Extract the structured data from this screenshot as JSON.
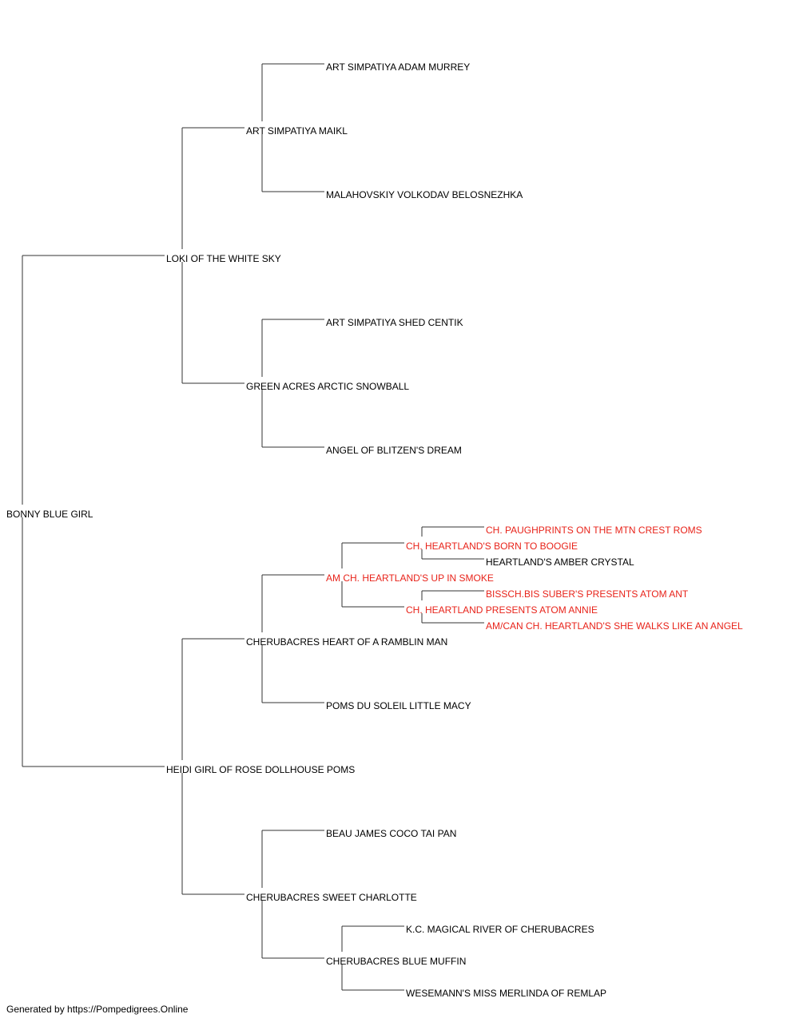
{
  "colors": {
    "normal": "#000000",
    "champion": "#e8231a",
    "line": "#333333"
  },
  "pedigree": {
    "name": "BONNY BLUE GIRL",
    "highlight": false,
    "children": [
      {
        "name": "LOKI OF THE WHITE SKY",
        "highlight": false,
        "children": [
          {
            "name": "ART SIMPATIYA MAIKL",
            "highlight": false,
            "children": [
              {
                "name": "ART SIMPATIYA ADAM MURREY",
                "highlight": false,
                "children": []
              },
              {
                "name": "MALAHOVSKIY VOLKODAV BELOSNEZHKA",
                "highlight": false,
                "children": []
              }
            ]
          },
          {
            "name": "GREEN ACRES ARCTIC SNOWBALL",
            "highlight": false,
            "children": [
              {
                "name": "ART SIMPATIYA SHED CENTIK",
                "highlight": false,
                "children": []
              },
              {
                "name": "ANGEL OF BLITZEN'S DREAM",
                "highlight": false,
                "children": []
              }
            ]
          }
        ]
      },
      {
        "name": "HEIDI GIRL OF ROSE DOLLHOUSE POMS",
        "highlight": false,
        "children": [
          {
            "name": "CHERUBACRES HEART OF A RAMBLIN MAN",
            "highlight": false,
            "children": [
              {
                "name": "AM CH. HEARTLAND'S UP IN SMOKE",
                "highlight": true,
                "children": [
                  {
                    "name": "CH. HEARTLAND'S BORN TO BOOGIE",
                    "highlight": true,
                    "children": [
                      {
                        "name": "CH. PAUGHPRINTS ON THE MTN CREST ROMS",
                        "highlight": true,
                        "children": []
                      },
                      {
                        "name": "HEARTLAND'S AMBER CRYSTAL",
                        "highlight": false,
                        "children": []
                      }
                    ]
                  },
                  {
                    "name": "CH. HEARTLAND PRESENTS ATOM ANNIE",
                    "highlight": true,
                    "children": [
                      {
                        "name": "BISSCH.BIS SUBER'S PRESENTS ATOM ANT",
                        "highlight": true,
                        "children": []
                      },
                      {
                        "name": "AM/CAN CH. HEARTLAND'S SHE WALKS LIKE AN ANGEL",
                        "highlight": true,
                        "children": []
                      }
                    ]
                  }
                ]
              },
              {
                "name": "POMS DU SOLEIL LITTLE MACY",
                "highlight": false,
                "children": []
              }
            ]
          },
          {
            "name": "CHERUBACRES SWEET CHARLOTTE",
            "highlight": false,
            "children": [
              {
                "name": "BEAU JAMES COCO TAI PAN",
                "highlight": false,
                "children": []
              },
              {
                "name": "CHERUBACRES BLUE MUFFIN",
                "highlight": false,
                "children": [
                  {
                    "name": "K.C. MAGICAL RIVER OF CHERUBACRES",
                    "highlight": false,
                    "children": []
                  },
                  {
                    "name": "WESEMANN'S MISS MERLINDA OF REMLAP",
                    "highlight": false,
                    "children": []
                  }
                ]
              }
            ]
          }
        ]
      }
    ]
  },
  "footer": {
    "text": "Generated by https://Pompedigrees.Online"
  }
}
